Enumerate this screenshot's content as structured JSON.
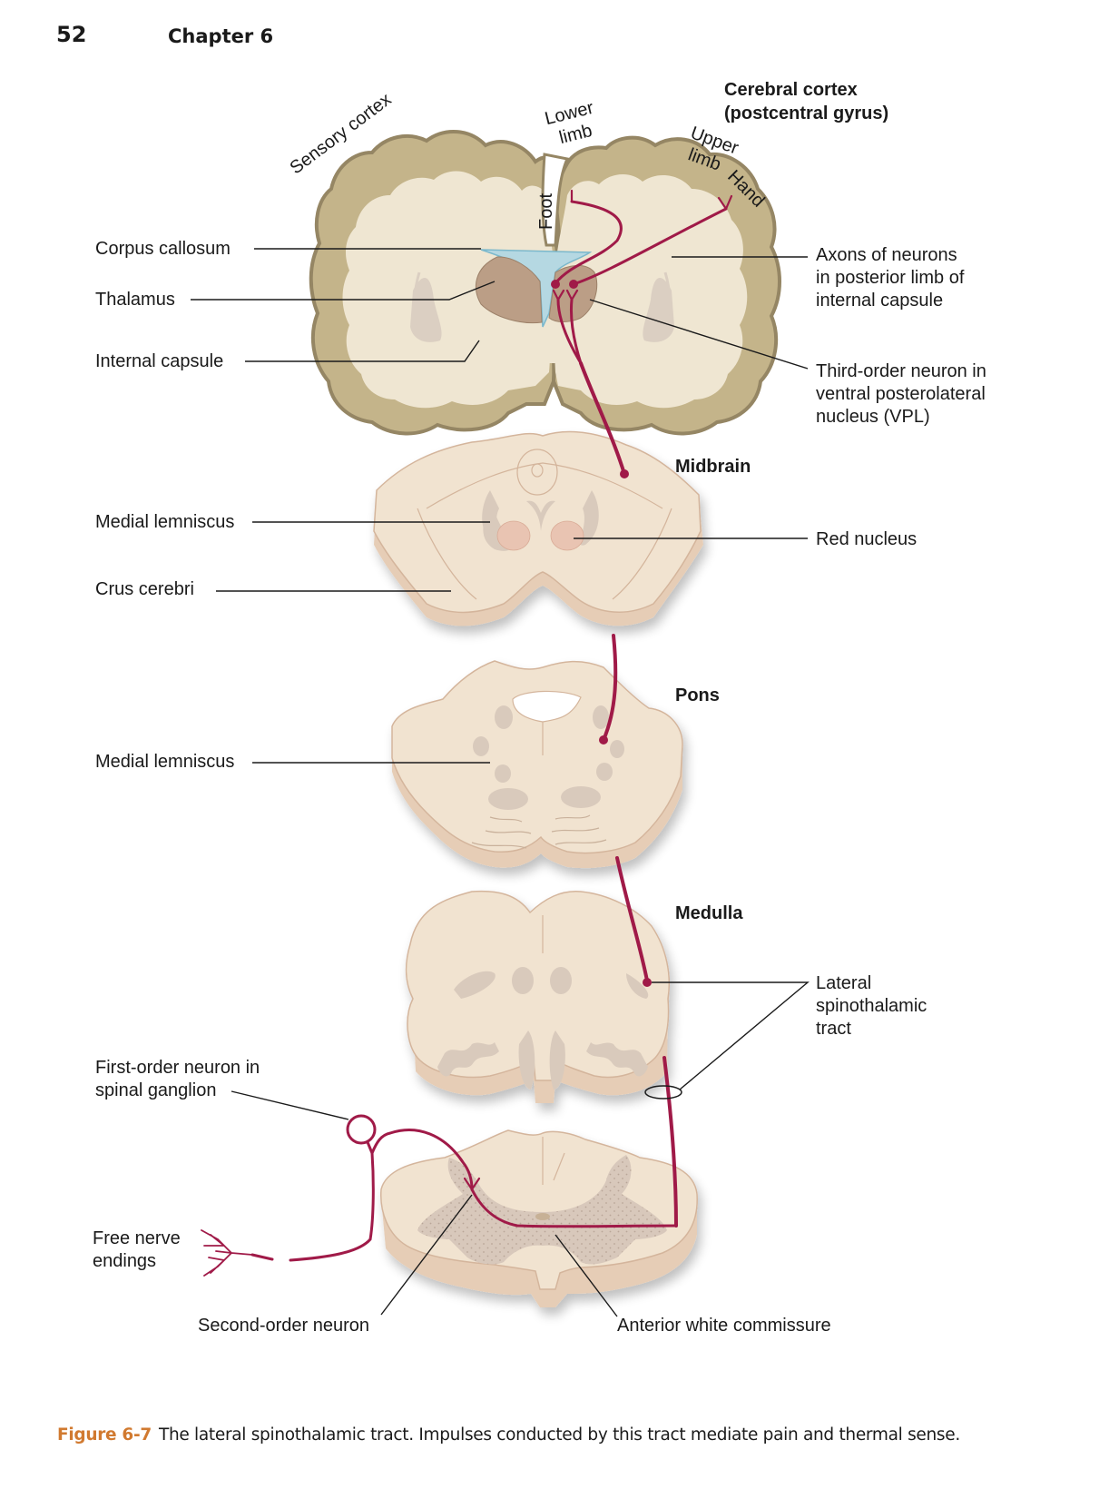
{
  "header": {
    "page_number": "52",
    "chapter": "Chapter 6"
  },
  "figure": {
    "number": "Figure 6-7",
    "caption": "The lateral spinothalamic tract. Impulses conducted by this tract mediate pain and thermal sense.",
    "colors": {
      "tract": "#a01a48",
      "cortex_gray": "#c4b48a",
      "cortex_outline": "#958664",
      "white_matter": "#efe6d2",
      "ventricle": "#b5d8e2",
      "thalamus": "#bb9e86",
      "section_fill": "#f1e3d0",
      "section_edge": "#d9b9a2",
      "nucleus": "#d9cabc",
      "red_nucleus": "#e9c4b2",
      "accent_caption": "#d17a30"
    },
    "brain_labels": {
      "sensory_cortex": "Sensory cortex",
      "lower_limb_1": "Lower",
      "lower_limb_2": "limb",
      "upper_limb_1": "Upper",
      "upper_limb_2": "limb",
      "hand": "Hand",
      "foot": "Foot",
      "cerebral_cortex_1": "Cerebral cortex",
      "cerebral_cortex_2": "(postcentral gyrus)"
    },
    "left_labels": {
      "corpus_callosum": "Corpus callosum",
      "thalamus": "Thalamus",
      "internal_capsule": "Internal capsule",
      "medial_lemniscus_midbrain": "Medial lemniscus",
      "crus_cerebri": "Crus cerebri",
      "medial_lemniscus_pons": "Medial lemniscus",
      "first_order_1": "First-order neuron in",
      "first_order_2": "spinal ganglion",
      "free_nerve_1": "Free nerve",
      "free_nerve_2": "endings"
    },
    "right_labels": {
      "axons_1": "Axons of neurons",
      "axons_2": "in posterior limb of",
      "axons_3": "internal capsule",
      "third_order_1": "Third-order neuron in",
      "third_order_2": "ventral posterolateral",
      "third_order_3": "nucleus (VPL)",
      "red_nucleus": "Red nucleus",
      "lateral_st_1": "Lateral",
      "lateral_st_2": "spinothalamic",
      "lateral_st_3": "tract"
    },
    "level_labels": {
      "midbrain": "Midbrain",
      "pons": "Pons",
      "medulla": "Medulla"
    },
    "bottom_labels": {
      "second_order": "Second-order neuron",
      "anterior_commissure": "Anterior white commissure"
    }
  }
}
